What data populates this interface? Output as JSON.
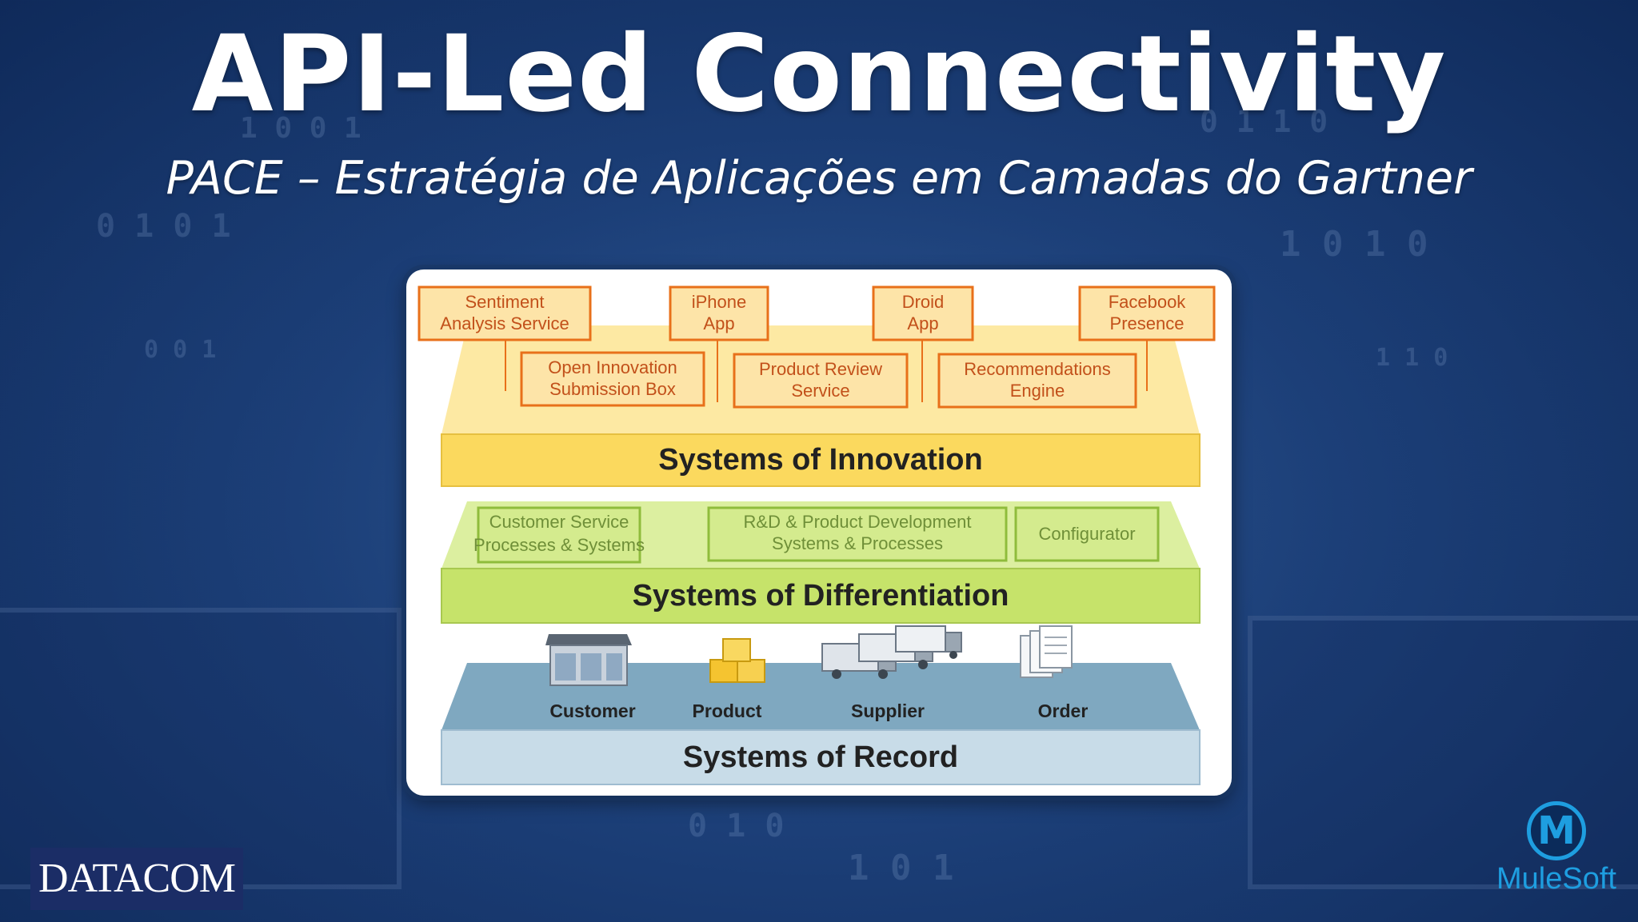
{
  "header": {
    "title": "API-Led Connectivity",
    "subtitle": "PACE – Estratégia de Aplicações em Camadas do Gartner"
  },
  "diagram": {
    "layers": [
      {
        "label": "Systems of Innovation",
        "color": "#fbd95e"
      },
      {
        "label": "Systems of Differentiation",
        "color": "#c6e36a"
      },
      {
        "label": "Systems of Record",
        "color": "#9fc2d6"
      }
    ],
    "innovation_boxes_top": [
      {
        "line1": "Sentiment",
        "line2": "Analysis Service"
      },
      {
        "line1": "iPhone",
        "line2": "App"
      },
      {
        "line1": "Droid",
        "line2": "App"
      },
      {
        "line1": "Facebook",
        "line2": "Presence"
      }
    ],
    "innovation_boxes_bottom": [
      {
        "line1": "Open Innovation",
        "line2": "Submission Box"
      },
      {
        "line1": "Product Review",
        "line2": "Service"
      },
      {
        "line1": "Recommendations",
        "line2": "Engine"
      }
    ],
    "differentiation_boxes": [
      {
        "line1": "Customer Service",
        "line2": "Processes & Systems"
      },
      {
        "line1": "R&D & Product Development",
        "line2": "Systems & Processes"
      },
      {
        "line1": "Configurator",
        "line2": ""
      }
    ],
    "record_items": [
      {
        "label": "Customer",
        "icon": "building-icon"
      },
      {
        "label": "Product",
        "icon": "boxes-icon"
      },
      {
        "label": "Supplier",
        "icon": "trucks-icon"
      },
      {
        "label": "Order",
        "icon": "documents-icon"
      }
    ],
    "colors": {
      "orange_border": "#e8701a",
      "orange_text": "#c2501a",
      "green_text": "#6f8f38"
    }
  },
  "footer": {
    "left_logo": "DATACOM",
    "right_logo": "MuleSoft"
  }
}
